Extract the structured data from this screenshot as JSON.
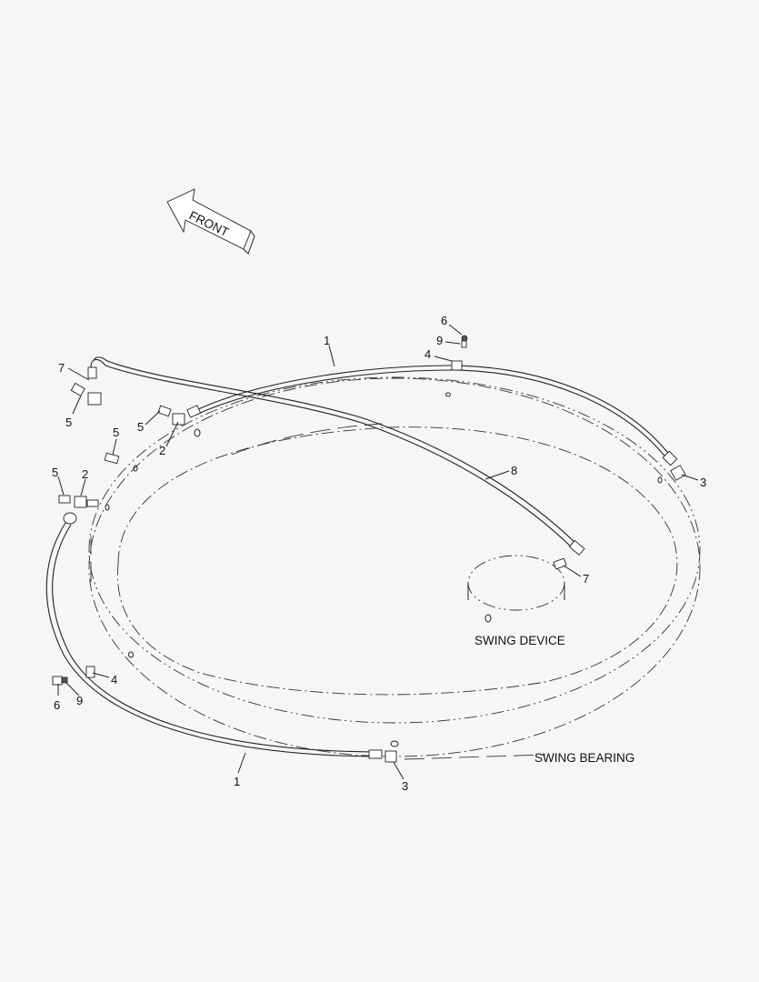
{
  "front_label": "FRONT",
  "swing_device_label": "SWING DEVICE",
  "swing_bearing_label": "SWING BEARING",
  "callouts": {
    "c1a": "1",
    "c1b": "1",
    "c2a": "2",
    "c2b": "2",
    "c3a": "3",
    "c3b": "3",
    "c4a": "4",
    "c4b": "4",
    "c5a": "5",
    "c5b": "5",
    "c5c": "5",
    "c5d": "5",
    "c6a": "6",
    "c6b": "6",
    "c7a": "7",
    "c7b": "7",
    "c8": "8",
    "c9a": "9",
    "c9b": "9"
  }
}
